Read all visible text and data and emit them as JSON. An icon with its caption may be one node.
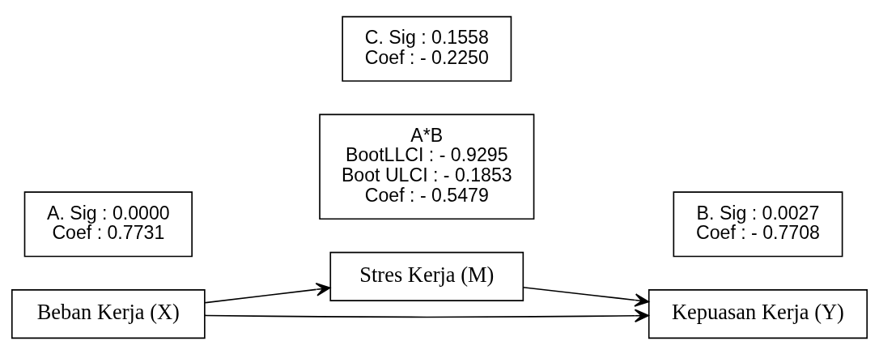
{
  "diagram": {
    "nodes": [
      {
        "text": [
          "Stres Kerja (M)"
        ]
      },
      {
        "text": [
          "A. Sig : 0.0000",
          "Coef : 0.7731"
        ]
      },
      {
        "text": [
          "A*B",
          "BootLLCI : - 0.9295",
          "Boot ULCI : - 0.1853",
          "Coef : - 0.5479"
        ]
      },
      {
        "text": [
          "B. Sig : 0.0027",
          "Coef : - 0.7708"
        ]
      },
      {
        "text": [
          "Beban Kerja (X)"
        ]
      },
      {
        "text": [
          "Kepuasan Kerja (Y)"
        ]
      },
      {
        "text": [
          "C. Sig : 0.1558",
          "Coef : - 0.2250"
        ]
      }
    ],
    "edges": [
      {
        "from": 4,
        "to": 0,
        "arrow": "to"
      },
      {
        "from": 0,
        "to": 5,
        "arrow": "to"
      },
      {
        "from": 4,
        "to": 5,
        "arrow": "to"
      }
    ]
  }
}
